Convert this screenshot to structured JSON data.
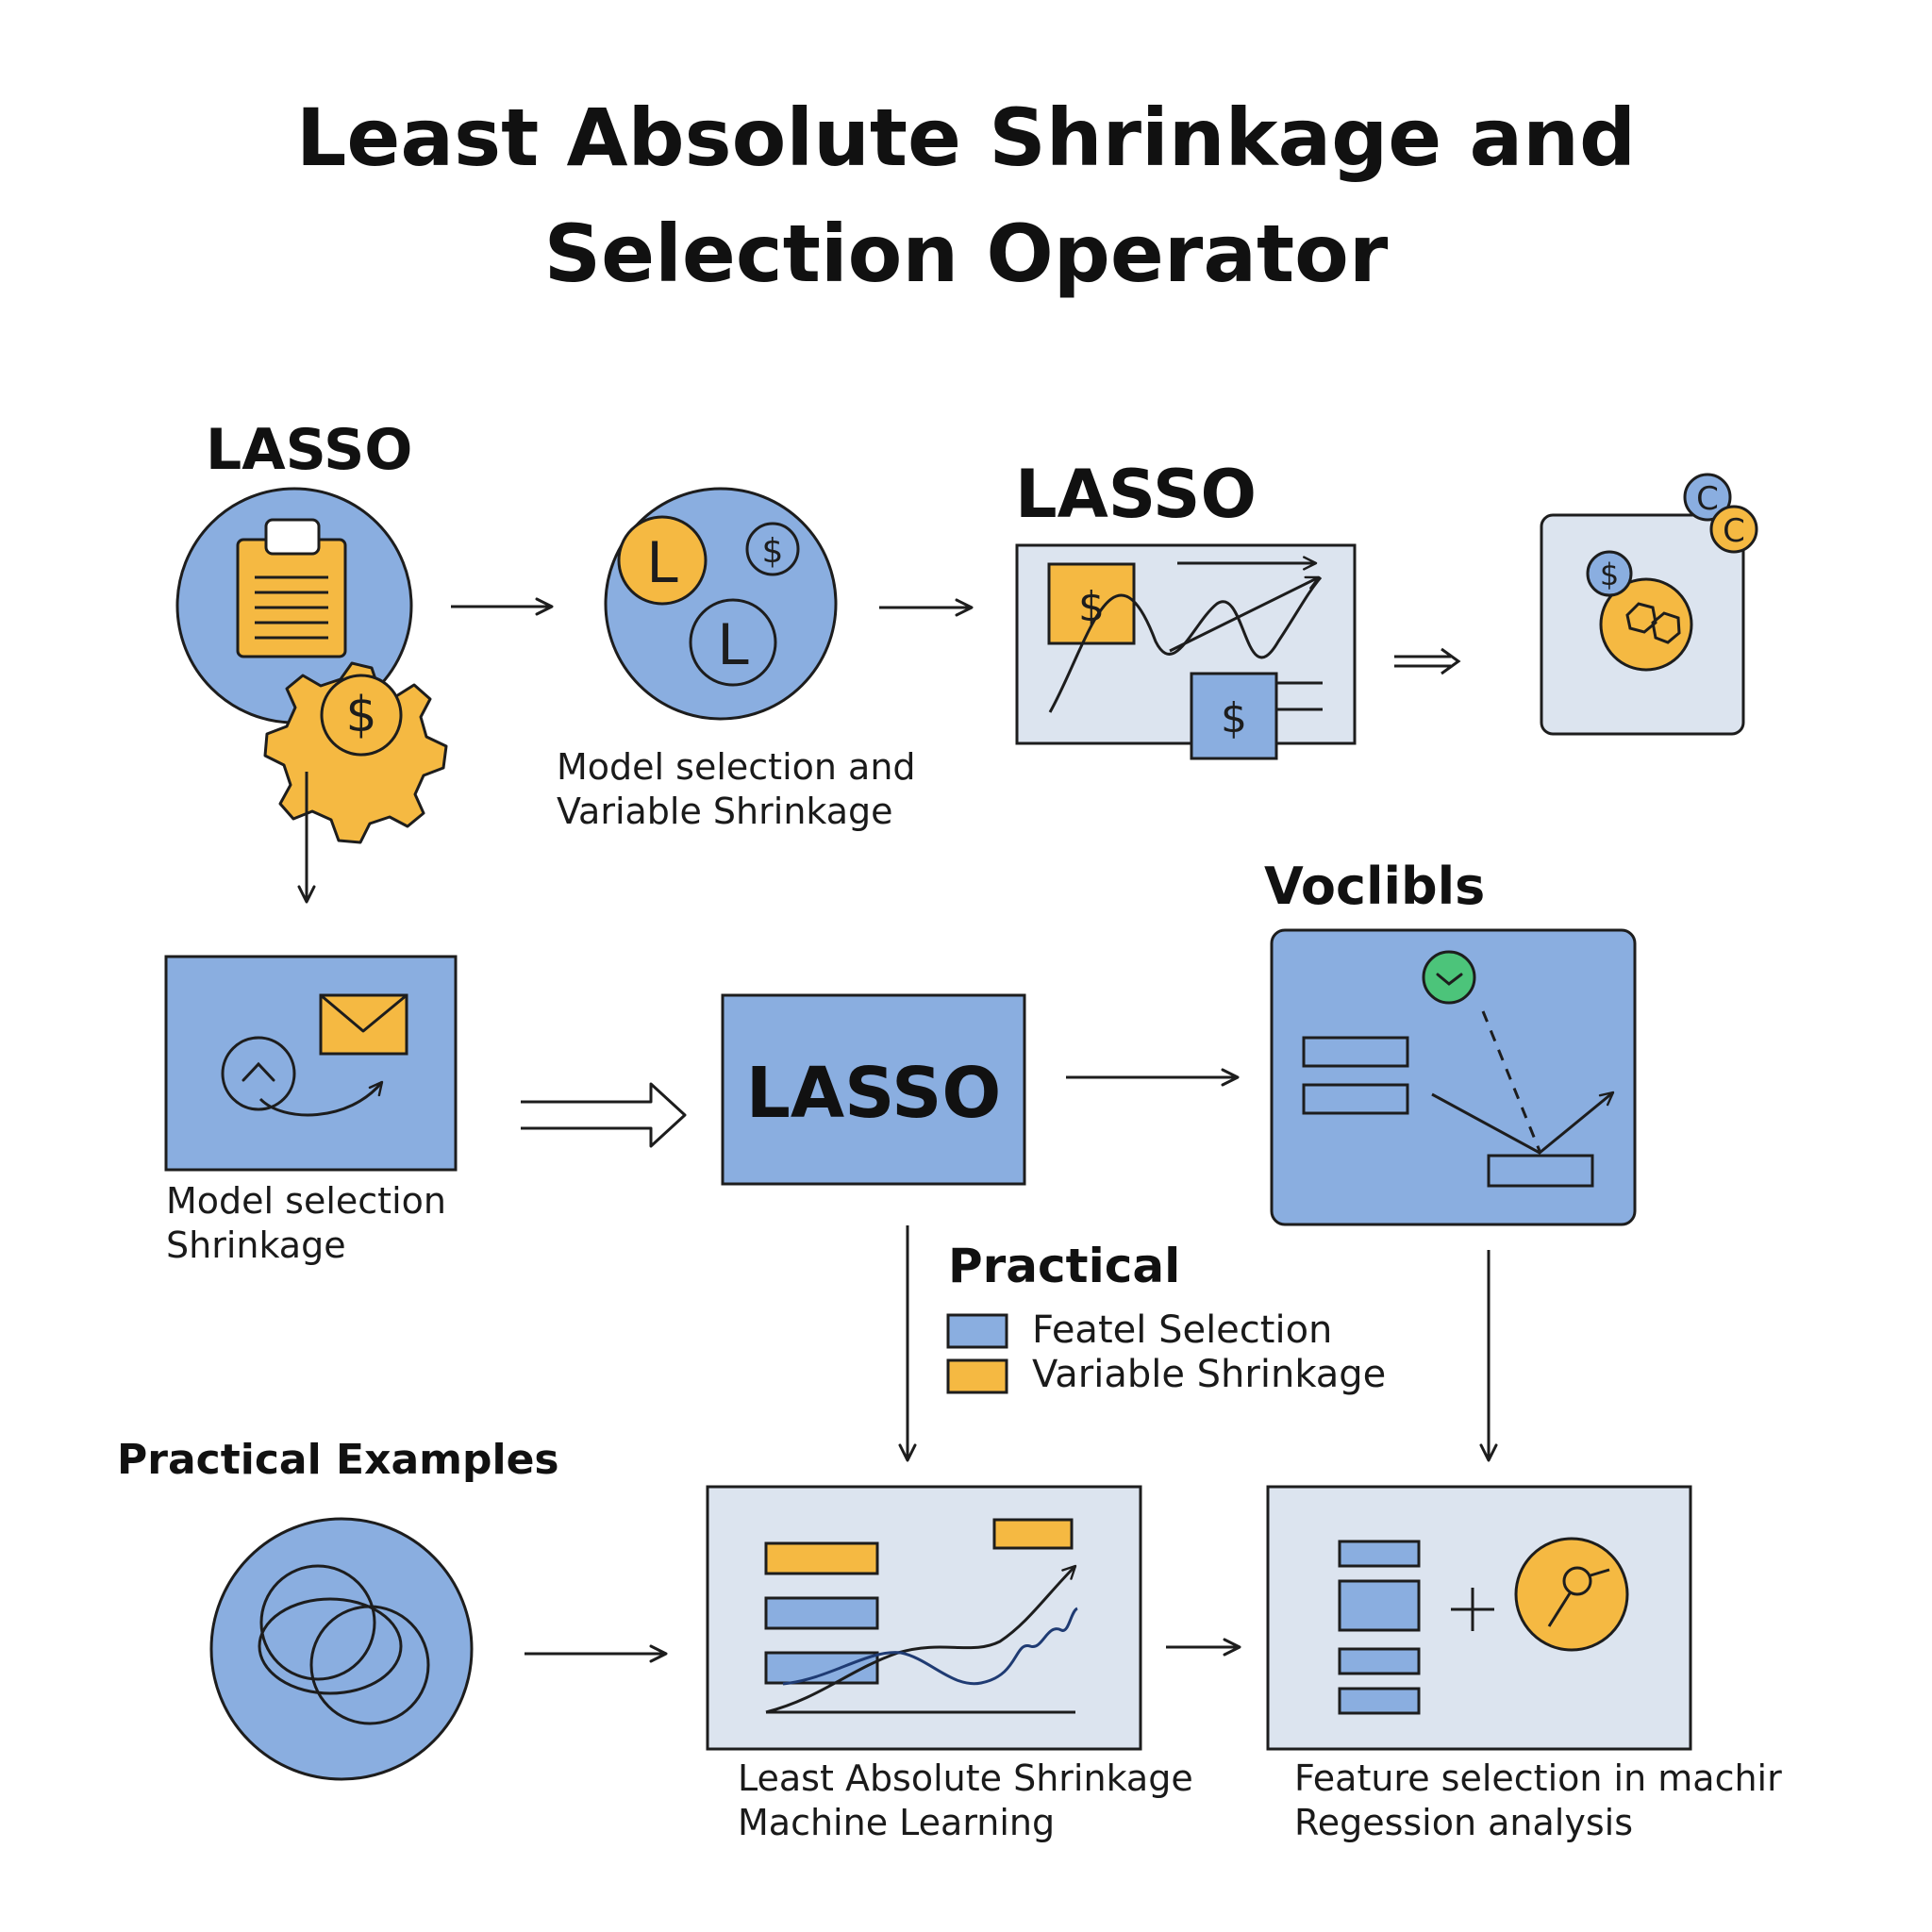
{
  "title": {
    "line1": "Least Absolute Shrinkage and",
    "line2": "Selection Operator"
  },
  "labels": {
    "lasso_top_left": "LASSO",
    "lasso_top_middle": "LASSO",
    "lasso_center_box": "LASSO",
    "voclibls": "Voclibls",
    "practical": "Practical",
    "practical_examples": "Practical Examples"
  },
  "captions": {
    "circle_l": [
      "Model selection and",
      "Variable Shrinkage"
    ],
    "model_box": [
      "Model selection",
      "Shrinkage"
    ],
    "chart_box": [
      "Least Absolute Shrinkage",
      "Machine Learning"
    ],
    "feature_box": [
      "Feature selection in machir",
      "Regession analysis"
    ]
  },
  "legend": [
    {
      "label": "Featel Selection",
      "color": "#8aaee0"
    },
    {
      "label": "Variable Shrinkage",
      "color": "#f5b942"
    }
  ],
  "icons": {
    "dollar": "$",
    "letter_l": "L",
    "letter_c": "C"
  },
  "colors": {
    "blue": "#8aaee0",
    "light_blue": "#dce4ef",
    "orange": "#f5b942",
    "green": "#4cc47a",
    "stroke": "#1d1d1d"
  }
}
